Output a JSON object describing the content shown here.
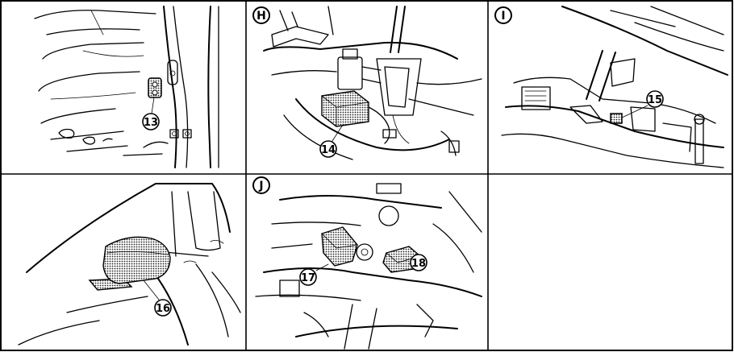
{
  "panels": [
    {
      "id": "p1",
      "letter": "",
      "callouts": [
        {
          "label": "13"
        }
      ]
    },
    {
      "id": "p2",
      "letter": "H",
      "callouts": [
        {
          "label": "14"
        }
      ]
    },
    {
      "id": "p3",
      "letter": "I",
      "callouts": [
        {
          "label": "15"
        }
      ]
    },
    {
      "id": "p4",
      "letter": "",
      "callouts": [
        {
          "label": "16"
        }
      ]
    },
    {
      "id": "p5",
      "letter": "J",
      "callouts": [
        {
          "label": "17"
        },
        {
          "label": "18"
        }
      ]
    },
    {
      "id": "p6",
      "letter": "",
      "callouts": []
    }
  ]
}
